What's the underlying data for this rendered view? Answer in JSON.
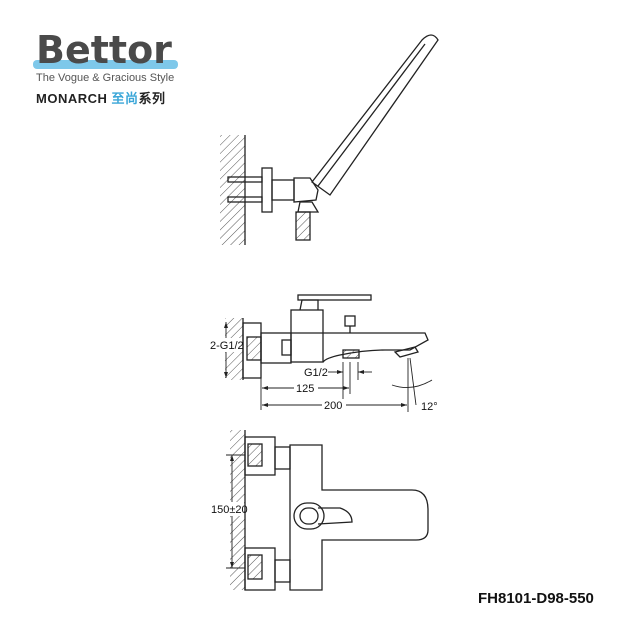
{
  "brand": {
    "name": "Bettor",
    "tagline": "The Vogue & Gracious Style",
    "series_en": "MONARCH",
    "series_cn_1": "至尚",
    "series_cn_2": "系列",
    "accent": "#7ec8ea"
  },
  "dimensions": {
    "inlet": "2-G1/2",
    "outlet": "G1/2",
    "d125": "125",
    "d200": "200",
    "angle": "12°",
    "centers": "150±20"
  },
  "model": "FH8101-D98-550"
}
